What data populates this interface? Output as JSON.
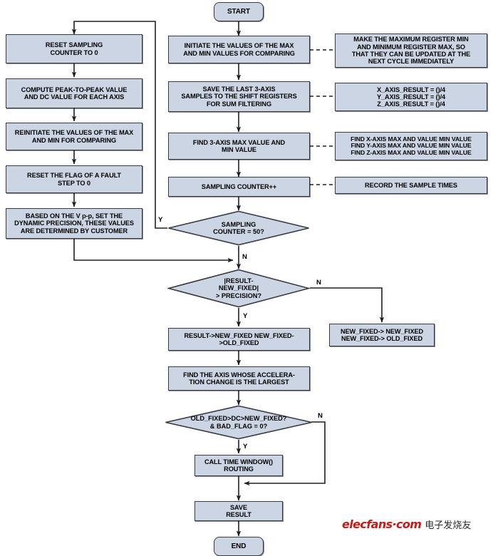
{
  "diagram": {
    "title": "Accelerometer sampling and fixed-value detection flowchart",
    "colors": {
      "node_fill": "#ccd5e4",
      "node_stroke": "#3a3a42",
      "line": "#231f20",
      "watermark_red": "#c51b1b"
    },
    "terminals": [
      {
        "id": "start",
        "label": "START"
      },
      {
        "id": "end",
        "label": "END"
      }
    ],
    "left_column": [
      {
        "id": "reset-sampling-counter",
        "lines": [
          "RESET SAMPLING",
          "COUNTER TO 0"
        ]
      },
      {
        "id": "compute-peak-to-peak",
        "lines": [
          "COMPUTE PEAK-TO-PEAK VALUE",
          "AND DC VALUE FOR EACH AXIS"
        ]
      },
      {
        "id": "reinitiate-max-min",
        "lines": [
          "REINITIATE THE VALUES OF THE MAX",
          "AND MIN FOR COMPARING"
        ]
      },
      {
        "id": "reset-fault-flag",
        "lines": [
          "RESET THE FLAG OF A FAULT",
          "STEP TO 0"
        ]
      },
      {
        "id": "set-dynamic-precision",
        "lines": [
          "BASED ON THE V p-p, SET THE",
          "DYNAMIC PRECISION, THESE VALUES",
          "ARE DETERMINED BY CUSTOMER"
        ]
      }
    ],
    "main_column": [
      {
        "id": "initiate-max-min",
        "lines": [
          "INITIATE THE VALUES OF THE MAX",
          "AND MIN VALUES FOR COMPARING"
        ]
      },
      {
        "id": "save-shift-registers",
        "lines": [
          "SAVE THE LAST 3-AXIS",
          "SAMPLES TO THE SHIFT REGISTERS",
          "FOR SUM FILTERING"
        ]
      },
      {
        "id": "find-3axis-max-min",
        "lines": [
          "FIND 3-AXIS MAX VALUE AND",
          "MIN VALUE"
        ]
      },
      {
        "id": "sampling-counter-inc",
        "lines": [
          "SAMPLING COUNTER++"
        ]
      }
    ],
    "notes": [
      {
        "id": "note-make-registers",
        "lines": [
          "MAKE THE MAXIMUM REGISTER MIN",
          "AND MINIMUM REGISTER MAX, SO",
          "THAT THEY CAN BE UPDATED AT THE",
          "NEXT CYCLE IMMEDIATELY"
        ]
      },
      {
        "id": "note-axis-result",
        "lines": [
          "X_AXIS_RESULT = ()/4",
          "Y_AXIS_RESULT = ()/4",
          "Z_AXIS_RESULT = ()/4"
        ]
      },
      {
        "id": "note-find-axis-max-min",
        "lines": [
          "FIND X-AXIS MAX AND VALUE MIN VALUE",
          "FIND Y-AXIS MAX AND VALUE MIN VALUE",
          "FIND Z-AXIS MAX AND VALUE MIN VALUE"
        ]
      },
      {
        "id": "note-record-sample-times",
        "lines": [
          "RECORD THE SAMPLE TIMES"
        ]
      }
    ],
    "decisions": [
      {
        "id": "decision-counter-50",
        "lines": [
          "SAMPLING",
          "COUNTER = 50?"
        ],
        "yes_label": "Y",
        "no_label": "N"
      },
      {
        "id": "decision-precision",
        "lines": [
          "|RESULT-",
          "NEW_FIXED|",
          "> PRECISION?"
        ],
        "yes_label": "Y",
        "no_label": "N"
      },
      {
        "id": "decision-old-fixed-dc",
        "lines": [
          "OLD_FIXED>DC>NEW_FIXED?",
          "& BAD_FLAG = 0?"
        ],
        "yes_label": "Y",
        "no_label": "N"
      }
    ],
    "lower_nodes": [
      {
        "id": "result-to-new-fixed",
        "lines": [
          "RESULT->NEW_FIXED NEW_FIXED-",
          ">OLD_FIXED"
        ]
      },
      {
        "id": "new-fixed-assign",
        "lines": [
          "NEW_FIXED-> NEW_FIXED",
          "NEW_FIXED-> OLD_FIXED"
        ]
      },
      {
        "id": "find-axis-largest-change",
        "lines": [
          "FIND THE AXIS WHOSE ACCELERA-",
          "TION CHANGE IS THE LARGEST"
        ]
      },
      {
        "id": "call-time-window",
        "lines": [
          "CALL TIME WINDOW()",
          "ROUTING"
        ]
      },
      {
        "id": "save-result",
        "lines": [
          "SAVE",
          "RESULT"
        ]
      }
    ],
    "watermark": {
      "english": "elecfans·com",
      "chinese": "电子发烧友"
    }
  }
}
